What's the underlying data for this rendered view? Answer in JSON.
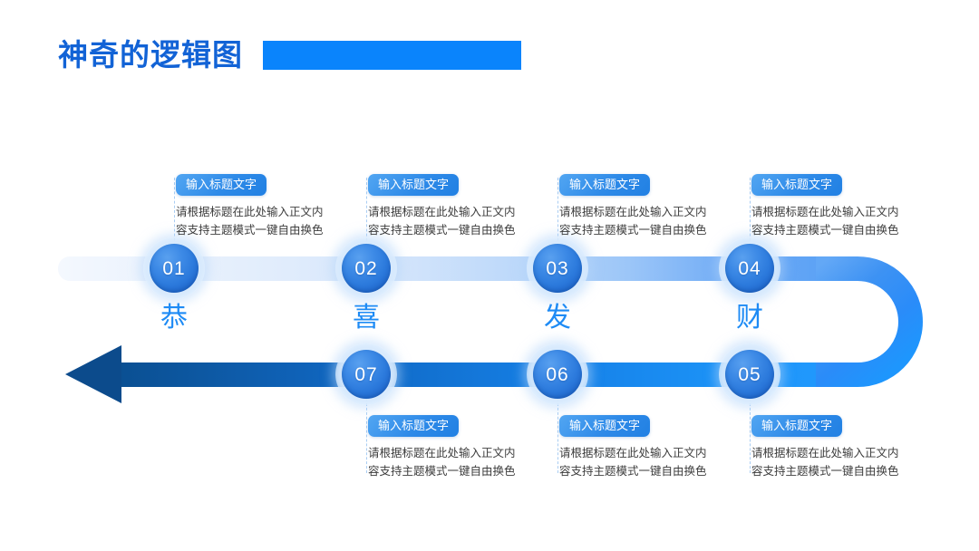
{
  "slide": {
    "title": "神奇的逻辑图",
    "background_color": "#ffffff",
    "accent_color": "#0A84FC",
    "title_color": "#1263D6"
  },
  "nodes": [
    {
      "number": "01",
      "caption": "恭"
    },
    {
      "number": "02",
      "caption": "喜"
    },
    {
      "number": "03",
      "caption": "发"
    },
    {
      "number": "04",
      "caption": "财"
    },
    {
      "number": "05",
      "caption": ""
    },
    {
      "number": "06",
      "caption": ""
    },
    {
      "number": "07",
      "caption": ""
    }
  ],
  "text_blocks": [
    {
      "heading": "输入标题文字",
      "line1": "请根据标题在此处输入正文内",
      "line2": "容支持主题模式一键自由换色"
    },
    {
      "heading": "输入标题文字",
      "line1": "请根据标题在此处输入正文内",
      "line2": "容支持主题模式一键自由换色"
    },
    {
      "heading": "输入标题文字",
      "line1": "请根据标题在此处输入正文内",
      "line2": "容支持主题模式一键自由换色"
    },
    {
      "heading": "输入标题文字",
      "line1": "请根据标题在此处输入正文内",
      "line2": "容支持主题模式一键自由换色"
    },
    {
      "heading": "输入标题文字",
      "line1": "请根据标题在此处输入正文内",
      "line2": "容支持主题模式一键自由换色"
    },
    {
      "heading": "输入标题文字",
      "line1": "请根据标题在此处输入正文内",
      "line2": "容支持主题模式一键自由换色"
    },
    {
      "heading": "输入标题文字",
      "line1": "请根据标题在此处输入正文内",
      "line2": "容支持主题模式一键自由换色"
    }
  ]
}
